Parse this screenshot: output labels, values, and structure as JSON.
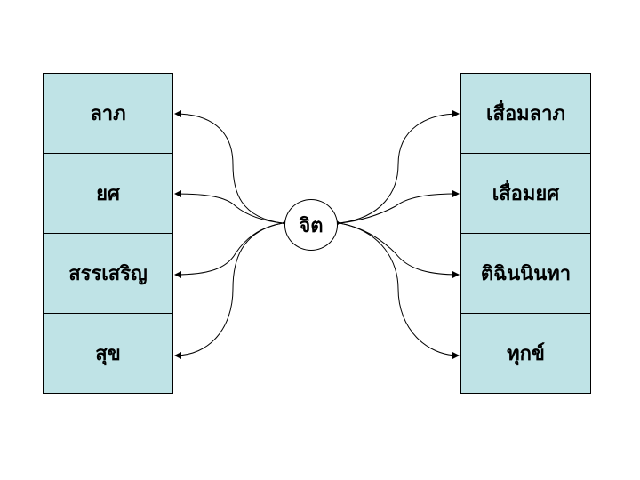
{
  "center": {
    "label": "จิต"
  },
  "left_items": [
    {
      "label": "ลาภ"
    },
    {
      "label": "ยศ"
    },
    {
      "label": "สรรเสริญ"
    },
    {
      "label": "สุข"
    }
  ],
  "right_items": [
    {
      "label": "เสื่อมลาภ"
    },
    {
      "label": "เสื่อมยศ"
    },
    {
      "label": "ติฉินนินทา"
    },
    {
      "label": "ทุกข์"
    }
  ],
  "colors": {
    "box_fill": "#bfe3e6",
    "border": "#000000",
    "arrow": "#000000"
  }
}
